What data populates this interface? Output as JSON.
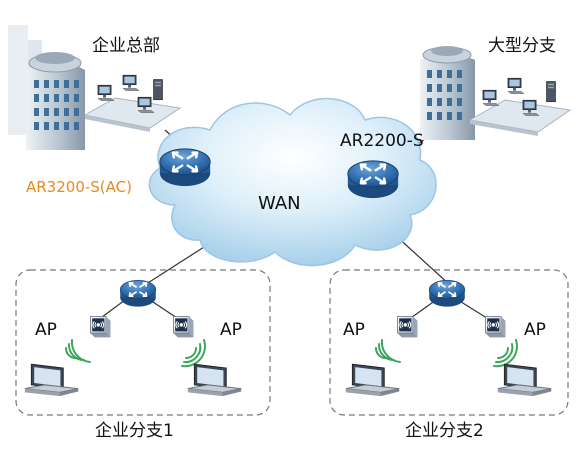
{
  "labels": {
    "hq": "企业总部",
    "large_branch": "大型分支",
    "ac_router": "AR3200-S(AC)",
    "branch_router": "AR2200-S",
    "wan": "WAN",
    "branch1": "企业分支1",
    "branch2": "企业分支2",
    "ap": "AP"
  },
  "colors": {
    "accent_orange": "#e8891d",
    "router_blue": "#2f6fb0",
    "cloud_blue": "#bfe0f3"
  },
  "icons": [
    "building-icon",
    "computer-lan-icon",
    "router-icon",
    "cloud-icon",
    "access-point-icon",
    "wifi-signal-icon",
    "laptop-icon"
  ]
}
